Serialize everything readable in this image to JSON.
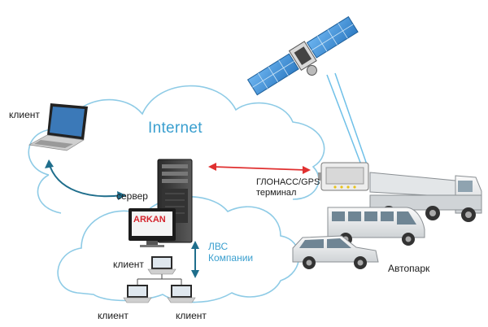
{
  "labels": {
    "client_laptop": "клиент",
    "internet": "Internet",
    "server": "сервер",
    "brand": "ARKAN",
    "terminal_line1": "ГЛОНАСС/GPS",
    "terminal_line2": "терминал",
    "lan_line1": "ЛВС",
    "lan_line2": "Компании",
    "client_1": "клиент",
    "client_2": "клиент",
    "client_3": "клиент",
    "fleet": "Автопарк"
  },
  "colors": {
    "cloud_stroke": "#8ecbe6",
    "link_arrow": "#1f6e8c",
    "server_arrow": "#e03030",
    "brand_red": "#d4232b",
    "satellite_panel": "#3f8fd6"
  },
  "icons": [
    "laptop-icon",
    "satellite-icon",
    "server-icon",
    "monitor-icon",
    "gps-terminal-icon",
    "truck-icon",
    "minibus-icon",
    "car-icon",
    "lan-computer-icon"
  ]
}
